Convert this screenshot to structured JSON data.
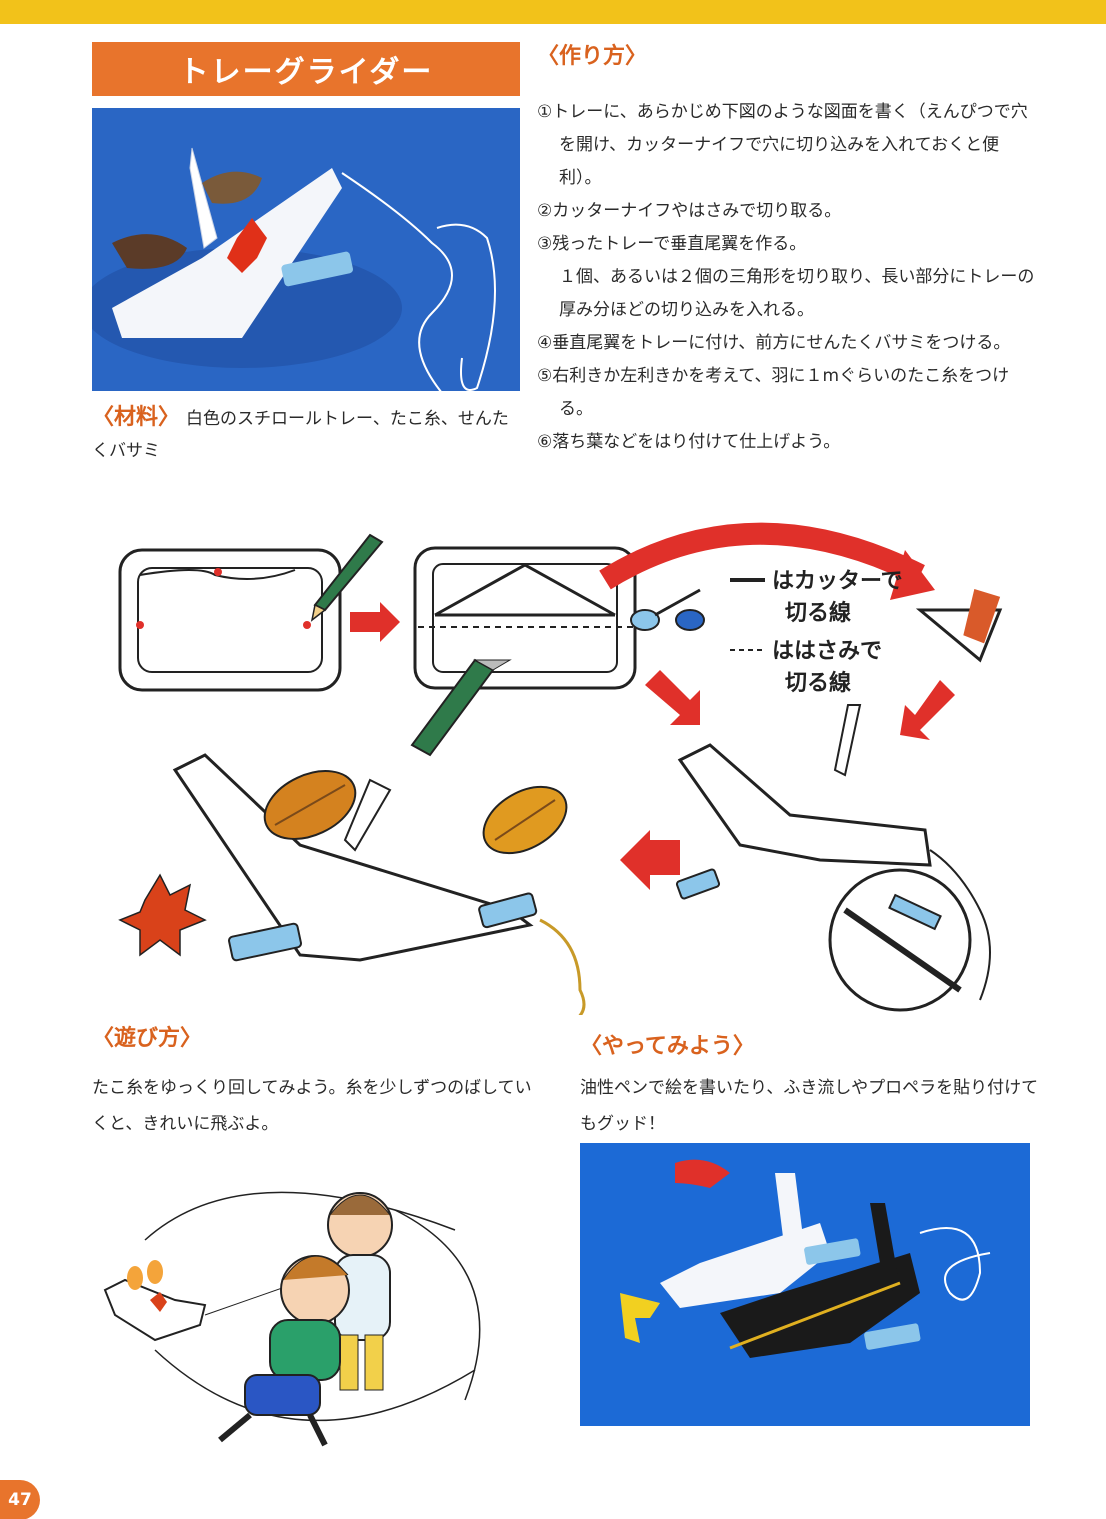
{
  "title": "トレーグライダー",
  "materials": {
    "heading": "〈材料〉",
    "text": "白色のスチロールトレー、たこ糸、せんたくバサミ"
  },
  "steps": {
    "heading": "〈作り方〉",
    "items": [
      "①トレーに、あらかじめ下図のような図面を書く（えんぴつで穴を開け、カッターナイフで穴に切り込みを入れておくと便利）。",
      "②カッターナイフやはさみで切り取る。",
      "③残ったトレーで垂直尾翼を作る。"
    ],
    "item3_sub": "１個、あるいは２個の三角形を切り取り、長い部分にトレーの厚み分ほどの切り込みを入れる。",
    "items_more": [
      "④垂直尾翼をトレーに付け、前方にせんたくバサミをつける。",
      "⑤右利きか左利きかを考えて、羽に１mぐらいのたこ糸をつける。",
      "⑥落ち葉などをはり付けて仕上げよう。"
    ]
  },
  "diagram": {
    "legend_solid_1": "はカッターで",
    "legend_solid_2": "切る線",
    "legend_dashed_1": "ははさみで",
    "legend_dashed_2": "切る線"
  },
  "play": {
    "heading": "〈遊び方〉",
    "text": "たこ糸をゆっくり回してみよう。糸を少しずつのばしていくと、きれいに飛ぶよ。"
  },
  "try": {
    "heading": "〈やってみよう〉",
    "text": "油性ペンで絵を書いたり、ふき流しやプロペラを貼り付けてもグッド！"
  },
  "page_number": "47",
  "colors": {
    "accent": "#e8742c",
    "top_bar": "#f2c21a",
    "photo_bg": "#2a66c4",
    "arrow_red": "#e0302a"
  }
}
